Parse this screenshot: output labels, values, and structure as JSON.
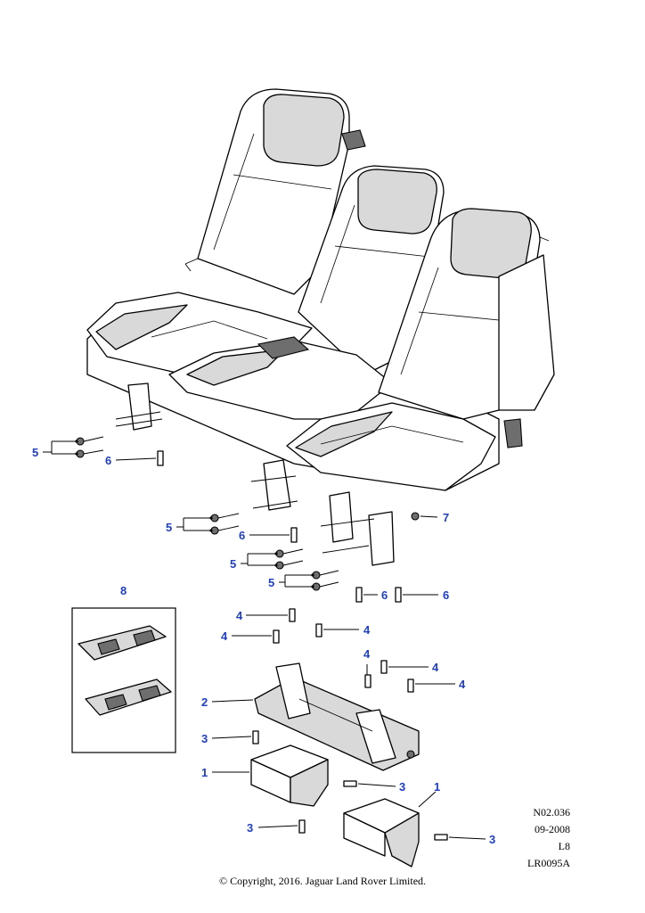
{
  "callouts": {
    "c1": "5",
    "c2": "6",
    "c3": "5",
    "c4": "6",
    "c5": "7",
    "c6": "5",
    "c7": "5",
    "c8": "6",
    "c9": "6",
    "c10": "8",
    "c11": "4",
    "c12": "4",
    "c13": "4",
    "c14": "4",
    "c15": "4",
    "c16": "4",
    "c17": "2",
    "c18": "3",
    "c19": "1",
    "c20": "3",
    "c21": "1",
    "c22": "3",
    "c23": "3"
  },
  "info": {
    "line1": "N02.036",
    "line2": "09-2008",
    "line3": "L8",
    "line4": "LR0095A"
  },
  "copyright": "© Copyright, 2016. Jaguar Land Rover Limited.",
  "colors": {
    "callout": "#1f3fbf",
    "ink": "#000000",
    "shade": "#d9d9d9"
  }
}
